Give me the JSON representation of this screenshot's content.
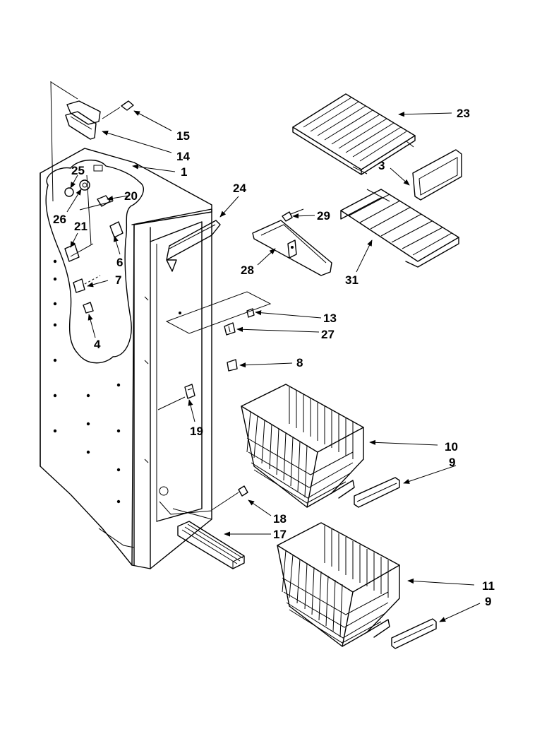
{
  "diagram": {
    "labels": {
      "p1": "1",
      "p3": "3",
      "p4": "4",
      "p6": "6",
      "p7": "7",
      "p8": "8",
      "p9a": "9",
      "p9b": "9",
      "p10": "10",
      "p11": "11",
      "p13": "13",
      "p14": "14",
      "p15": "15",
      "p17": "17",
      "p18": "18",
      "p19": "19",
      "p20": "20",
      "p21": "21",
      "p23": "23",
      "p24": "24",
      "p25": "25",
      "p26": "26",
      "p27": "27",
      "p28": "28",
      "p29": "29",
      "p31": "31"
    }
  }
}
